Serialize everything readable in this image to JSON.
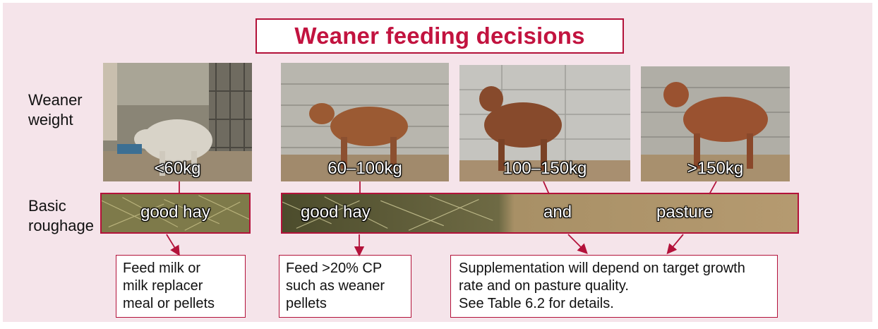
{
  "title": "Weaner feeding decisions",
  "row_labels": {
    "weight": [
      "Weaner",
      "weight"
    ],
    "roughage": [
      "Basic",
      "roughage"
    ]
  },
  "weights": [
    "<60kg",
    "60–100kg",
    "100–150kg",
    ">150kg"
  ],
  "roughage": {
    "strip1": "good hay",
    "strip2": [
      "good hay",
      "and",
      "pasture"
    ]
  },
  "feed_boxes": [
    {
      "lines": [
        "Feed milk or",
        "milk replacer",
        "meal or pellets"
      ]
    },
    {
      "lines": [
        "Feed >20% CP",
        "such as weaner",
        "pellets"
      ]
    },
    {
      "lines": [
        "Supplementation will depend on target growth",
        "rate and on pasture quality.",
        "See Table 6.2 for details."
      ]
    }
  ],
  "colors": {
    "background": "#f5e4ea",
    "accent": "#c2133f",
    "border": "#b3123a"
  }
}
